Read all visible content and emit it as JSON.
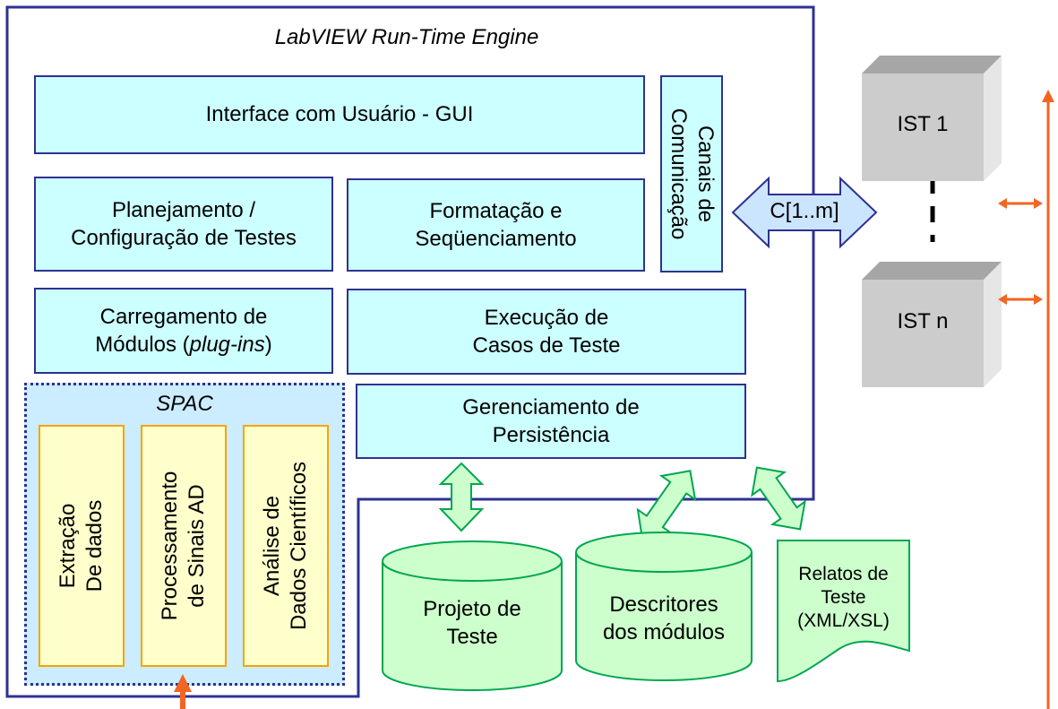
{
  "engine": {
    "title": "LabVIEW Run-Time Engine"
  },
  "modules": {
    "gui": "Interface com Usuário - GUI",
    "channels": [
      "Canais de",
      "Comunicação"
    ],
    "planning": [
      "Planejamento /",
      "Configuração de Testes"
    ],
    "formatting": [
      "Formatação e",
      "Seqüenciamento"
    ],
    "loading_line1": "Carregamento de",
    "loading_line2_prefix": "Módulos (",
    "loading_line2_italic": "plug-ins",
    "loading_line2_suffix": ")",
    "execution": [
      "Execução de",
      "Casos de Teste"
    ],
    "persistence": [
      "Gerenciamento de",
      "Persistência"
    ]
  },
  "spac": {
    "title": "SPAC",
    "columns": [
      [
        "Extração",
        "De dados"
      ],
      [
        "Processamento",
        "de Sinais AD"
      ],
      [
        "Análise de",
        "Dados Científicos"
      ]
    ]
  },
  "channel_arrow": {
    "label": "C[1..m]"
  },
  "instruments": {
    "first": "IST 1",
    "last": "IST n"
  },
  "storage": {
    "project": [
      "Projeto de",
      "Teste"
    ],
    "descriptors": [
      "Descritores",
      "dos módulos"
    ],
    "reports": [
      "Relatos de",
      "Teste",
      "(XML/XSL)"
    ]
  },
  "colors": {
    "frame": "#2e3192",
    "module_fill": "#ccffff",
    "spac_fill": "#ccecff",
    "spac_col_fill": "#ffffcc",
    "spac_col_border": "#f7a500",
    "storage_fill": "#ccffcc",
    "storage_border": "#00a651",
    "arrow_orange": "#f26522",
    "channel_arrow_fill": "#cce5ff",
    "cube_front": "#cccccc"
  }
}
